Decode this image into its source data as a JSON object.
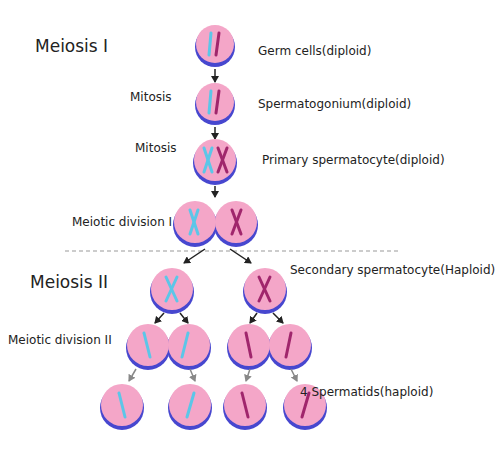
{
  "diagram": {
    "labels": [
      "Meiosis I",
      "Germ cells(diploid)",
      "Mitosis",
      "Spermatogonium(diploid)",
      "Mitosis",
      "Primary spermatocyte(diploid)",
      "Meiotic division I",
      "Meiosis II",
      "Secondary spermatocyte(Haploid)",
      "Meiotic division II",
      "4 Spermatids(haploid)"
    ]
  }
}
